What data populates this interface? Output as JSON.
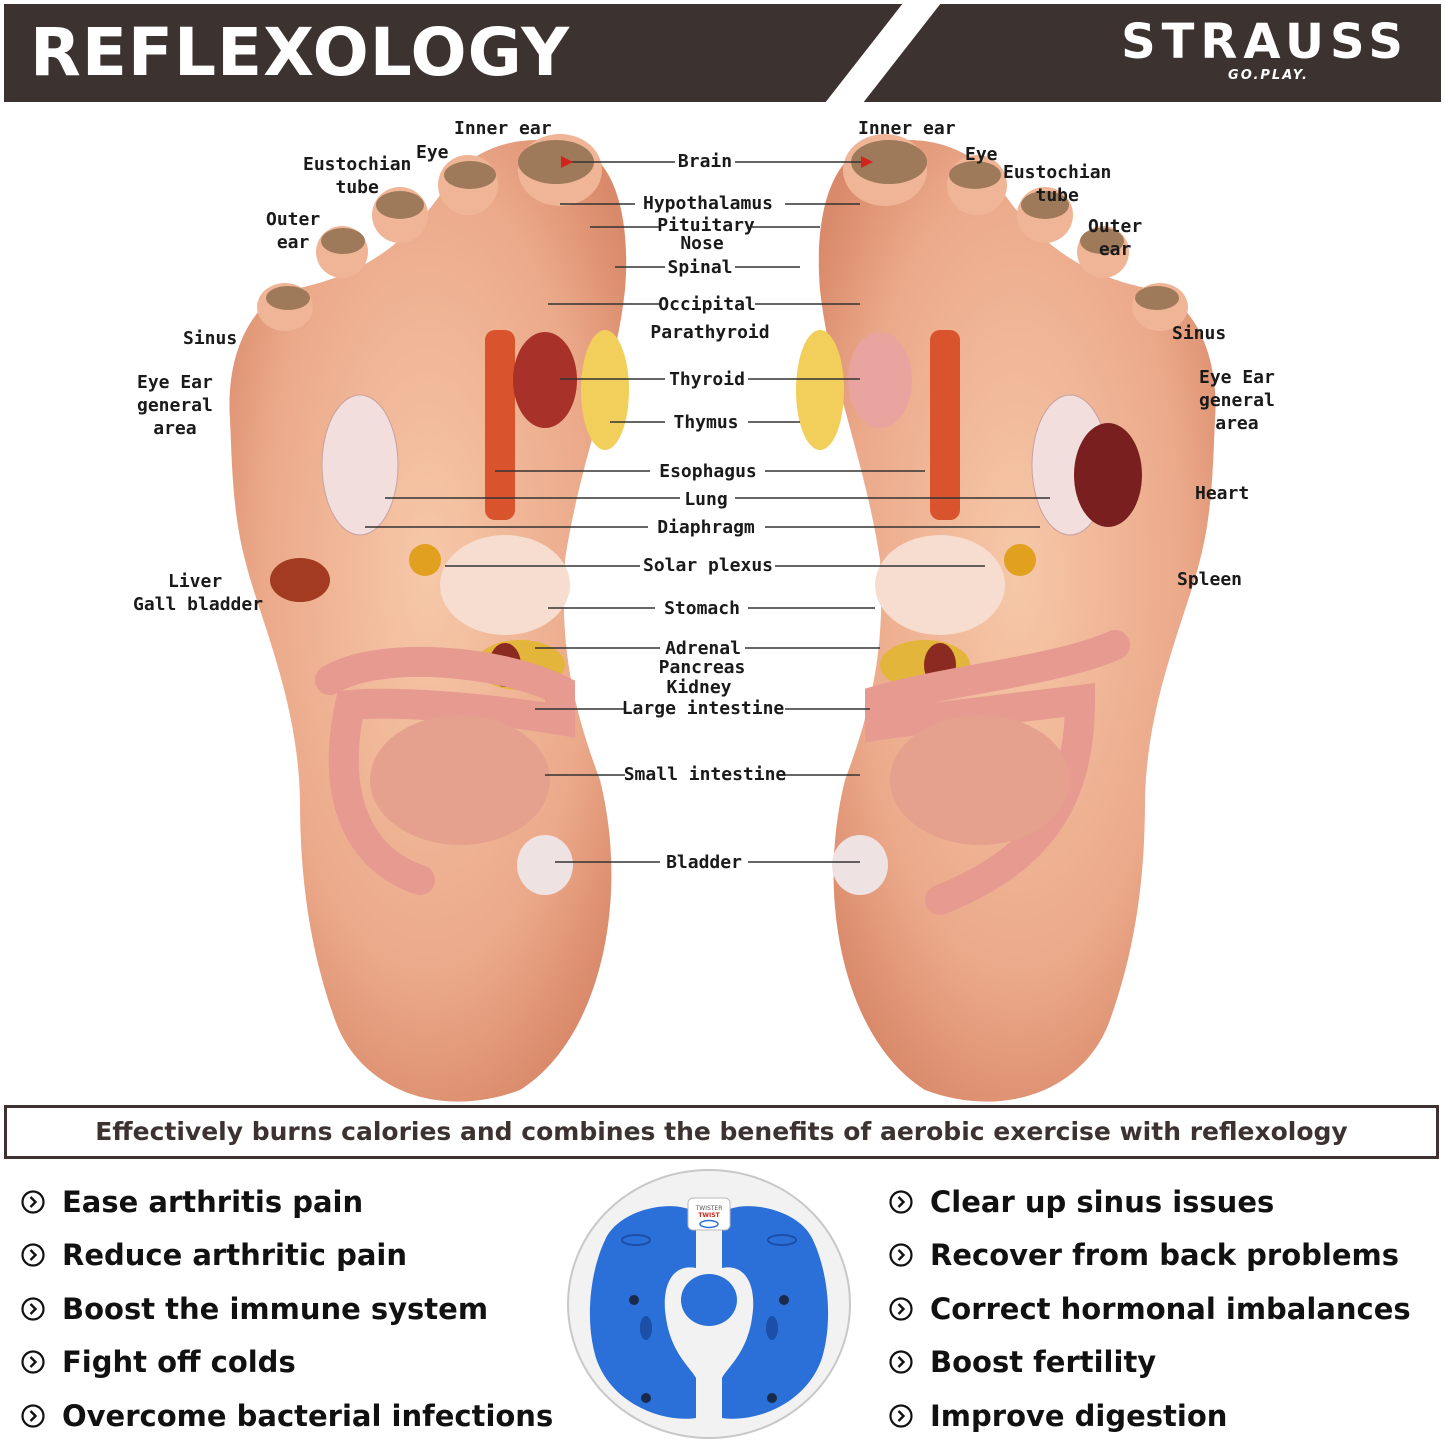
{
  "header": {
    "title": "REFLEXOLOGY",
    "brand_name": "STRAUSS",
    "brand_tagline": "GO.PLAY."
  },
  "diagram": {
    "left_foot_labels": {
      "inner_ear": "Inner ear",
      "eye": "Eye",
      "eustochian_tube": [
        "Eustochian",
        "tube"
      ],
      "outer_ear": [
        "Outer",
        "ear"
      ],
      "sinus": "Sinus",
      "eye_ear_general_area": [
        "Eye Ear",
        "general",
        "area"
      ],
      "liver": "Liver",
      "gall_bladder": "Gall bladder"
    },
    "right_foot_labels": {
      "inner_ear": "Inner ear",
      "eye": "Eye",
      "eustochian_tube": [
        "Eustochian",
        "tube"
      ],
      "outer_ear": [
        "Outer",
        "ear"
      ],
      "sinus": "Sinus",
      "eye_ear_general_area": [
        "Eye Ear",
        "general",
        "area"
      ],
      "heart": "Heart",
      "spleen": "Spleen"
    },
    "center_labels": [
      "Brain",
      "Hypothalamus",
      "Pituitary",
      "Nose",
      "Spinal",
      "Occipital",
      "Parathyroid",
      "Thyroid",
      "Thymus",
      "Esophagus",
      "Lung",
      "Diaphragm",
      "Solar plexus",
      "Stomach",
      "Adrenal",
      "Pancreas",
      "Kidney",
      "Large intestine",
      "Small intestine",
      "Bladder"
    ]
  },
  "banner": "Effectively burns calories and combines the benefits of aerobic exercise with reflexology",
  "benefits_left": [
    "Ease arthritis pain",
    "Reduce arthritic pain",
    "Boost the immune system",
    "Fight off colds",
    "Overcome bacterial infections"
  ],
  "benefits_right": [
    "Clear up sinus issues",
    "Recover from back problems",
    "Correct hormonal imbalances",
    "Boost fertility",
    "Improve digestion"
  ],
  "product": {
    "label_top": "TWISTER",
    "label_bottom": "TWIST"
  },
  "colors": {
    "header_bg": "#3c3230",
    "skin": "#eba98a",
    "disc_blue": "#2b6fd8",
    "arrow_red": "#d0241c"
  }
}
